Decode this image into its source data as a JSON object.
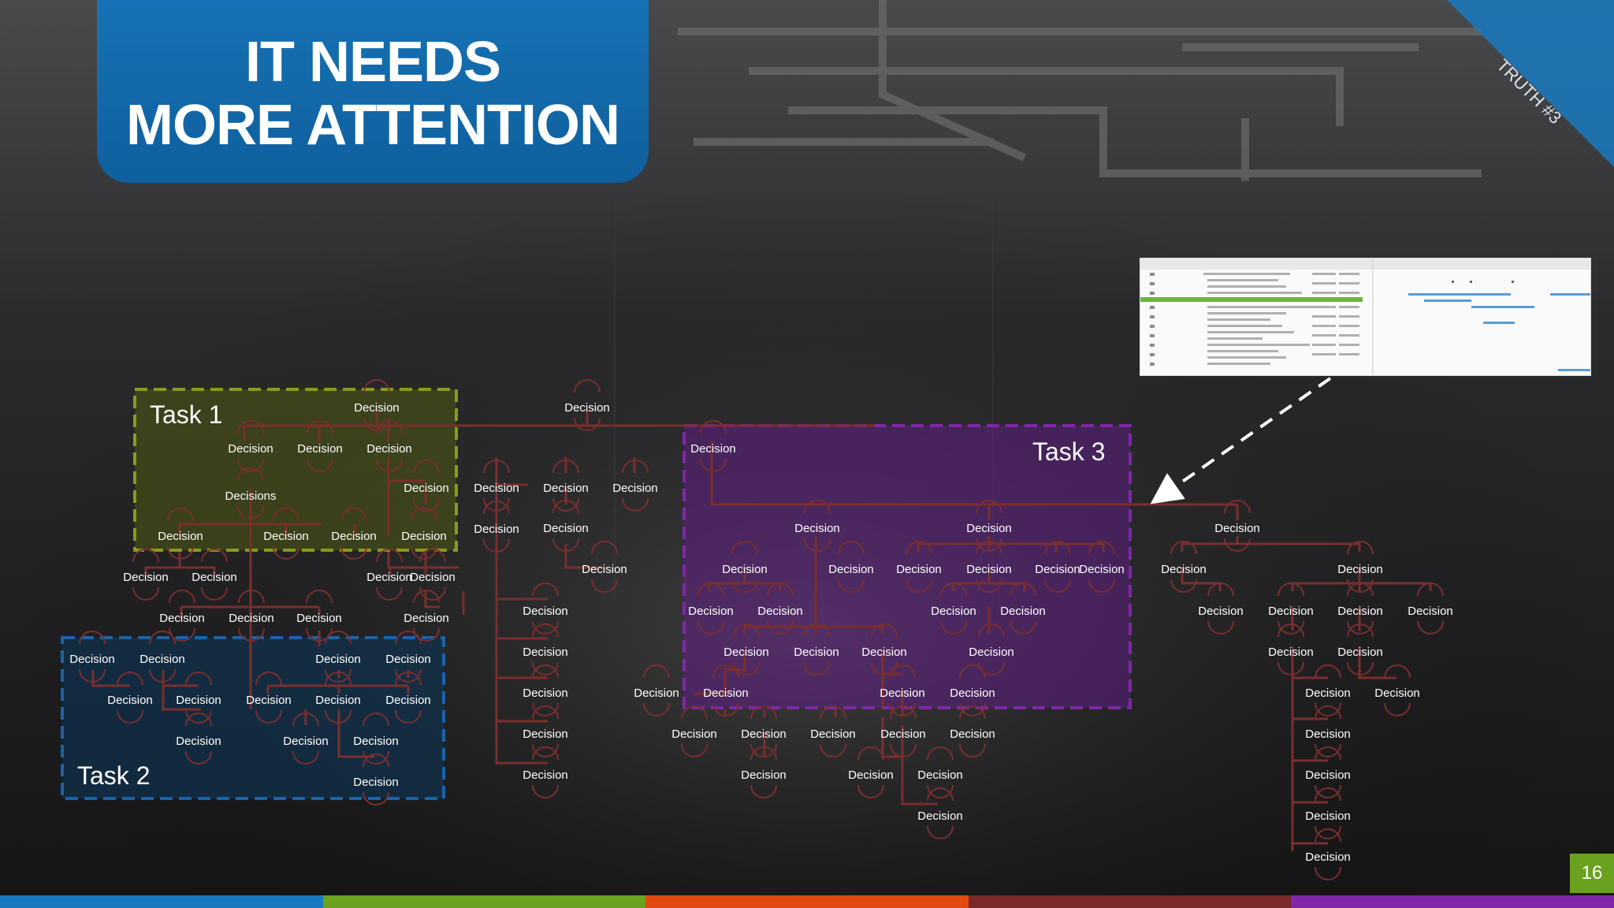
{
  "slide": {
    "title_line1": "IT NEEDS",
    "title_line2": "MORE ATTENTION",
    "corner_label": "TRUTH #3",
    "page_number": "16"
  },
  "colors": {
    "title_blue": "#1672b5",
    "task1_border": "#8a9a1c",
    "task2_border": "#1a63a8",
    "task3_border": "#7f27a8",
    "connector": "#7a2e2e",
    "badge_green": "#6aa11f",
    "bottom_bar": [
      "#1a7abf",
      "#6aa11f",
      "#e24a12",
      "#7a2a2a",
      "#7f27a8"
    ]
  },
  "tasks": {
    "task1": "Task 1",
    "task2": "Task 2",
    "task3": "Task 3"
  },
  "labels": {
    "decision": "Decision",
    "decisions": "Decisions"
  }
}
